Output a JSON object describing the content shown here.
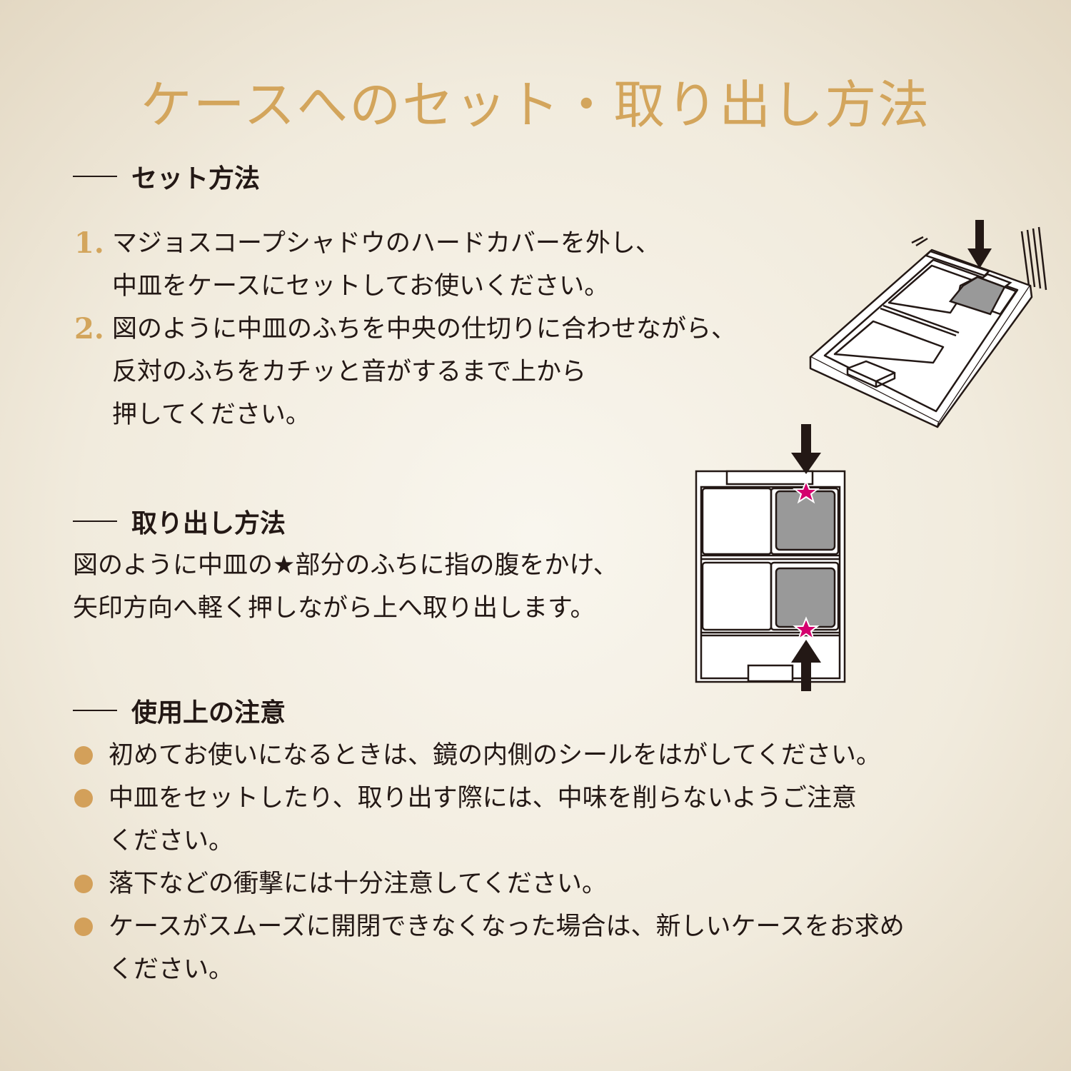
{
  "title": "ケースへのセット・取り出し方法",
  "set_section": {
    "heading": "セット方法",
    "steps": [
      {
        "num": "1.",
        "lines": [
          "マジョスコープシャドウのハードカバーを外し、",
          "中皿をケースにセットしてお使いください。"
        ]
      },
      {
        "num": "2.",
        "lines": [
          "図のように中皿のふちを中央の仕切りに合わせながら、",
          "反対のふちをカチッと音がするまで上から",
          "押してください。"
        ]
      }
    ]
  },
  "remove_section": {
    "heading": "取り出し方法",
    "lines": [
      "図のように中皿の★部分のふちに指の腹をかけ、",
      "矢印方向へ軽く押しながら上へ取り出します。"
    ]
  },
  "caution_section": {
    "heading": "使用上の注意",
    "items": [
      {
        "lines": [
          "初めてお使いになるときは、鏡の内側のシールをはがしてください。"
        ]
      },
      {
        "lines": [
          "中皿をセットしたり、取り出す際には、中味を削らないようご注意",
          "ください。"
        ]
      },
      {
        "lines": [
          "落下などの衝撃には十分注意してください。"
        ]
      },
      {
        "lines": [
          "ケースがスムーズに開閉できなくなった場合は、新しいケースをお求め",
          "ください。"
        ]
      }
    ]
  },
  "colors": {
    "accent": "#d3a55c",
    "text": "#231815",
    "star": "#d4006e",
    "pan": "#999999"
  },
  "icons": [
    "down-arrow-icon",
    "up-arrow-icon",
    "star-icon",
    "bullet-dot-icon"
  ]
}
